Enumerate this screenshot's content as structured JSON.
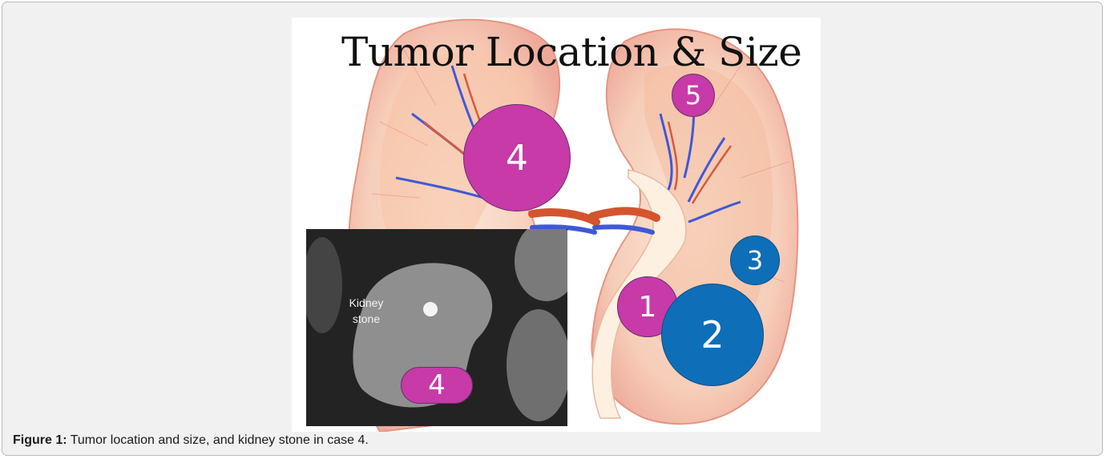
{
  "figure": {
    "title": "Tumor Location & Size",
    "ct_inset": {
      "label_line1": "Kidney",
      "label_line2": "stone",
      "marker": "4"
    },
    "markers": [
      {
        "label": "4",
        "color": "#c73aa8"
      },
      {
        "label": "5",
        "color": "#c73aa8"
      },
      {
        "label": "3",
        "color": "#0f6eb8"
      },
      {
        "label": "1",
        "color": "#c73aa8"
      },
      {
        "label": "2",
        "color": "#0f6eb8"
      }
    ]
  },
  "caption": {
    "label": "Figure 1:",
    "text": " Tumor location and size, and kidney stone in case 4."
  }
}
